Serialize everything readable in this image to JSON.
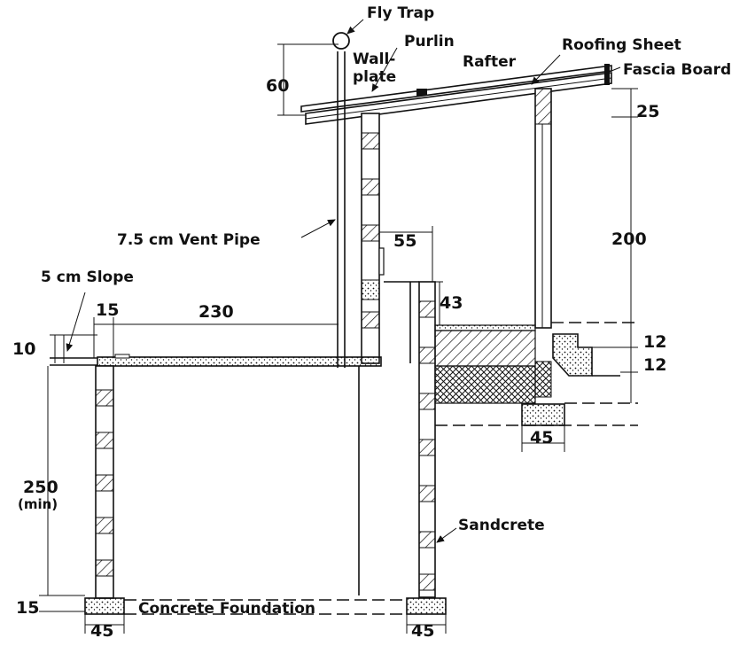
{
  "labels": {
    "fly_trap": "Fly Trap",
    "purlin": "Purlin",
    "roofing_sheet": "Roofing Sheet",
    "wall_plate_1": "Wall-",
    "wall_plate_2": "plate",
    "rafter": "Rafter",
    "fascia_board": "Fascia Board",
    "vent_pipe": "7.5 cm Vent Pipe",
    "slope": "5 cm Slope",
    "sandcrete": "Sandcrete",
    "concrete_foundation": "Concrete Foundation"
  },
  "dimensions": {
    "roof_rise": "60",
    "top_25": "25",
    "height_200": "200",
    "width_55": "55",
    "step_43": "43",
    "left_15": "15",
    "span_230": "230",
    "slab_10": "10",
    "step_12_upper": "12",
    "step_12_lower": "12",
    "depth_250": "250",
    "depth_min": "(min)",
    "foundation_15": "15",
    "footing_left_45": "45",
    "footing_right_45": "45",
    "step_block_45": "45"
  },
  "colors": {
    "ink": "#111111",
    "paper": "#ffffff"
  }
}
